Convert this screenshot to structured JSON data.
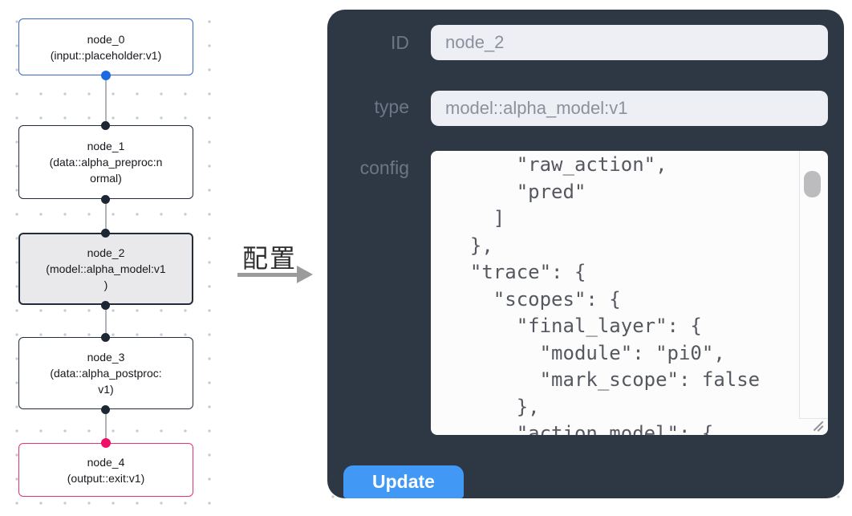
{
  "flow": {
    "nodes": [
      {
        "title": "node_0",
        "subtitle": "(input::placeholder:v1)",
        "variant": "input"
      },
      {
        "title": "node_1",
        "subtitle": "(data::alpha_preproc:n\normal)",
        "variant": "default"
      },
      {
        "title": "node_2",
        "subtitle": "(model::alpha_model:v1\n)",
        "variant": "selected"
      },
      {
        "title": "node_3",
        "subtitle": "(data::alpha_postproc:\nv1)",
        "variant": "default"
      },
      {
        "title": "node_4",
        "subtitle": "(output::exit:v1)",
        "variant": "output"
      }
    ]
  },
  "transition": {
    "label": "配置"
  },
  "panel": {
    "id_label": "ID",
    "id_value": "node_2",
    "type_label": "type",
    "type_value": "model::alpha_model:v1",
    "config_label": "config",
    "config_text": "      \"raw_action\",\n      \"pred\"\n    ]\n  },\n  \"trace\": {\n    \"scopes\": {\n      \"final_layer\": {\n        \"module\": \"pi0\",\n        \"mark_scope\": false\n      },\n      \"action_model\": {",
    "update_label": "Update"
  },
  "colors": {
    "panel_bg": "#2e3845",
    "input_node_accent": "#3568c8",
    "output_node_accent": "#ee2e74",
    "selected_node_bg": "#e9e9eb",
    "update_button": "#4298f5",
    "port_default": "#1c2634",
    "port_input": "#1a6be2",
    "port_output": "#ef0f68"
  }
}
